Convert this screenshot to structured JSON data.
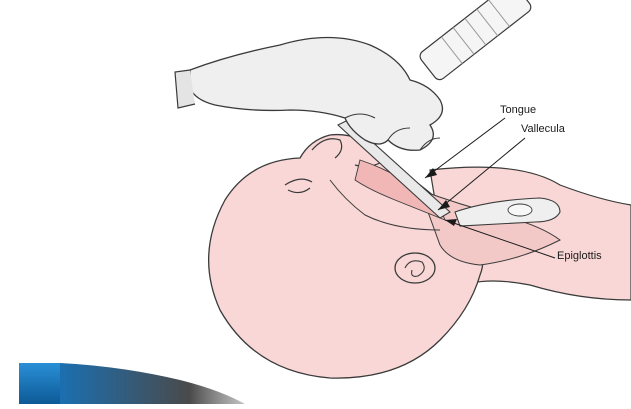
{
  "labels": {
    "tongue": "Tongue",
    "vallecula": "Vallecula",
    "epiglottis": "Epiglottis"
  },
  "colors": {
    "skin": "#f8d7d6",
    "skin_dark": "#f1bfbf",
    "glove": "#efefef",
    "outline": "#3a3a3a",
    "accent_bar": "#1e74b8"
  },
  "icons": {
    "illustration": "infant-laryngoscopy",
    "slide_bar": "blue-ribbon"
  }
}
